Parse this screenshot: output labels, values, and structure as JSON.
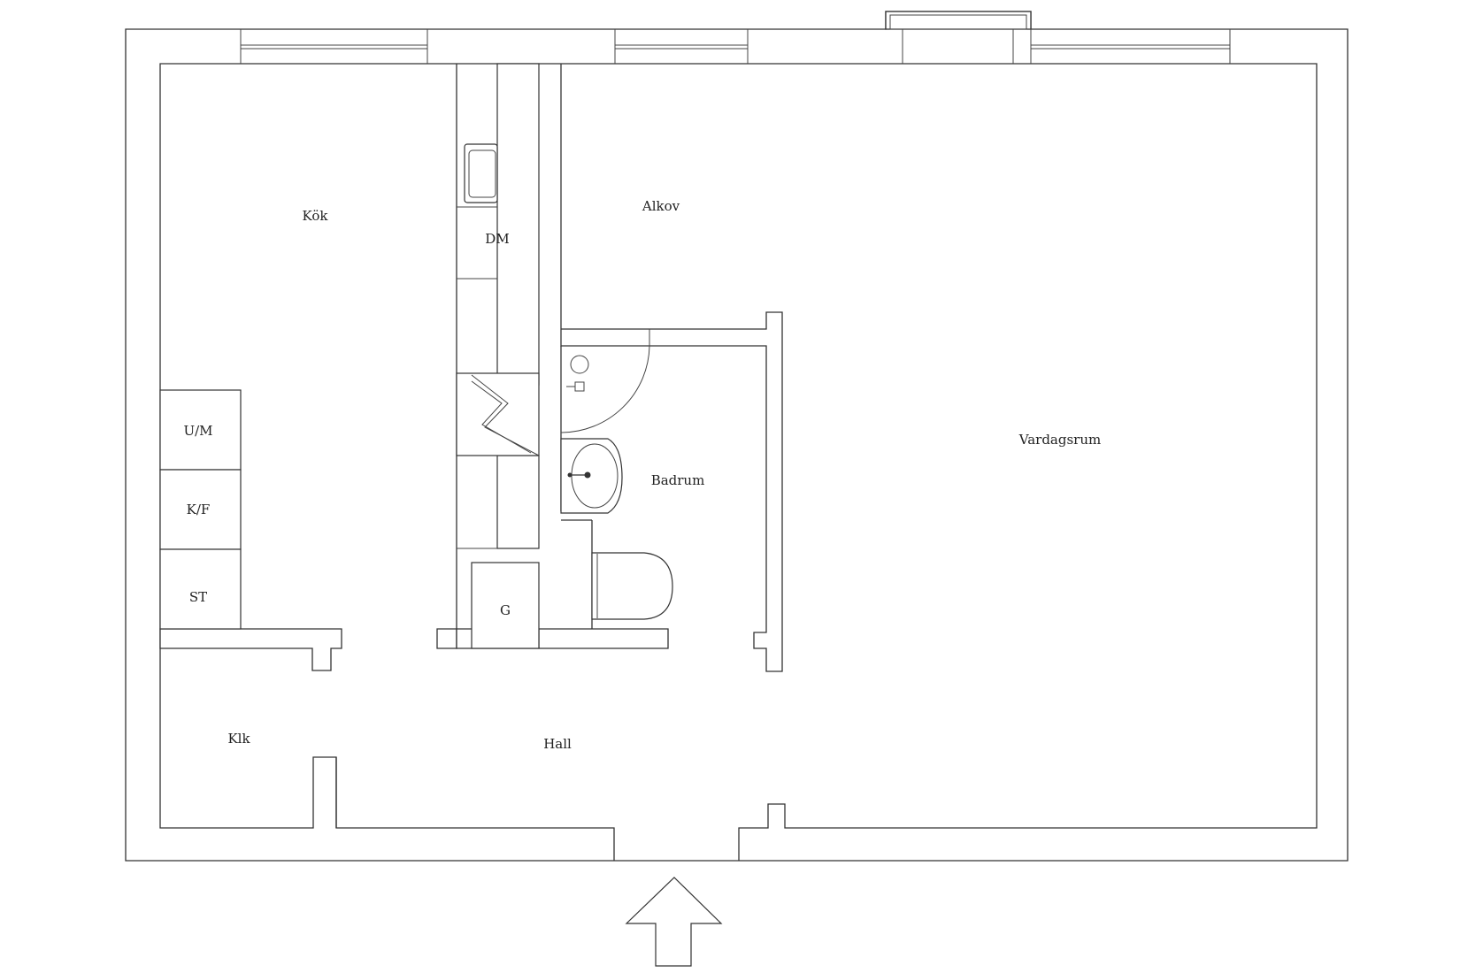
{
  "colors": {
    "line": "#333333",
    "background": "#ffffff"
  },
  "rooms": {
    "kok": "Kök",
    "dm": "DM",
    "alkov": "Alkov",
    "um": "U/M",
    "kf": "K/F",
    "st": "ST",
    "g": "G",
    "badrum": "Badrum",
    "vardagsrum": "Vardagsrum",
    "klk": "Klk",
    "hall": "Hall"
  },
  "icons": {
    "entrance": "entrance-arrow-icon",
    "sink": "sink-icon",
    "toilet": "toilet-icon",
    "shower": "shower-icon",
    "stove": "stove-sink-icon",
    "chimney": "chimney-icon"
  }
}
